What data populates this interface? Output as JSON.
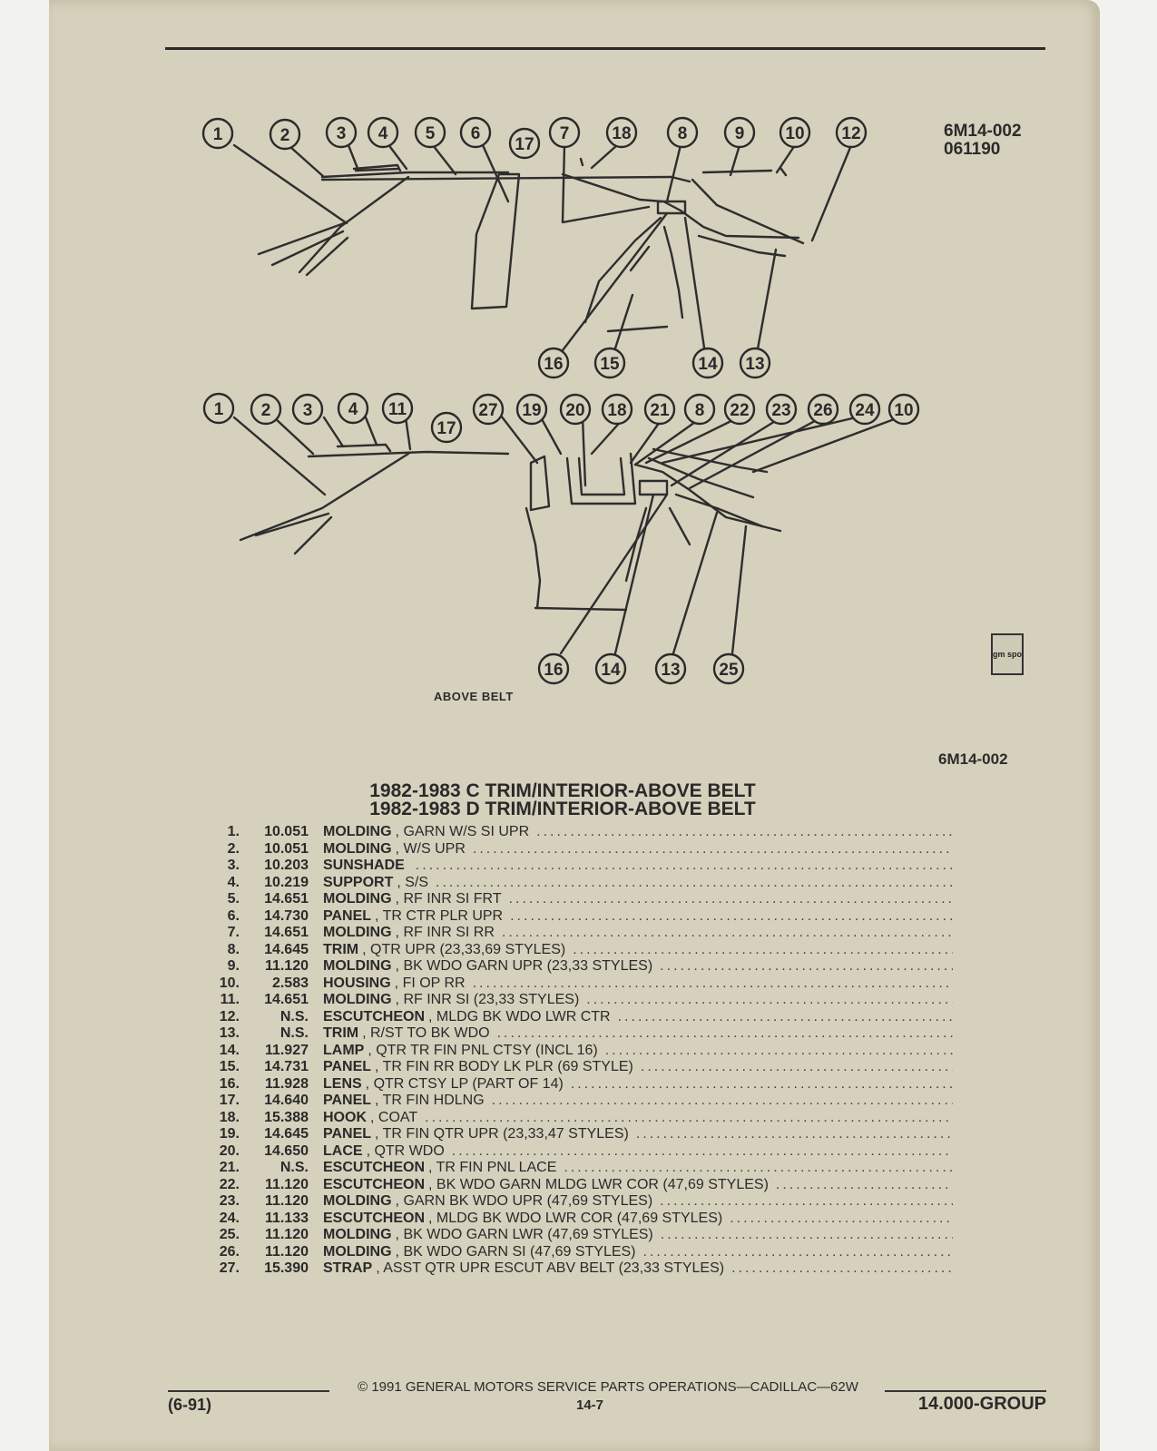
{
  "figure": {
    "code_line1": "6M14-002",
    "code_line2": "061190",
    "code_bottom": "6M14-002",
    "view_label": "ABOVE BELT",
    "stamp": "gm spo",
    "top_callouts": [
      "1",
      "2",
      "3",
      "4",
      "5",
      "6",
      "17",
      "7",
      "18",
      "8",
      "9",
      "10",
      "12"
    ],
    "top_bottom_callouts": [
      "16",
      "15",
      "14",
      "13"
    ],
    "lower_callouts": [
      "1",
      "2",
      "3",
      "4",
      "11",
      "17",
      "27",
      "19",
      "20",
      "18",
      "21",
      "8",
      "22",
      "23",
      "26",
      "24",
      "10"
    ],
    "lower_bottom_callouts": [
      "16",
      "14",
      "13",
      "25"
    ]
  },
  "title": {
    "line1": "1982-1983 C TRIM/INTERIOR-ABOVE BELT",
    "line2": "1982-1983 D TRIM/INTERIOR-ABOVE BELT"
  },
  "parts": [
    {
      "num": "1.",
      "code": "10.051",
      "name": "MOLDING",
      "desc": ", GARN W/S SI UPR"
    },
    {
      "num": "2.",
      "code": "10.051",
      "name": "MOLDING",
      "desc": ", W/S UPR"
    },
    {
      "num": "3.",
      "code": "10.203",
      "name": "SUNSHADE",
      "desc": ""
    },
    {
      "num": "4.",
      "code": "10.219",
      "name": "SUPPORT",
      "desc": ", S/S"
    },
    {
      "num": "5.",
      "code": "14.651",
      "name": "MOLDING",
      "desc": ", RF INR SI FRT"
    },
    {
      "num": "6.",
      "code": "14.730",
      "name": "PANEL",
      "desc": ", TR CTR PLR UPR"
    },
    {
      "num": "7.",
      "code": "14.651",
      "name": "MOLDING",
      "desc": ", RF INR SI RR"
    },
    {
      "num": "8.",
      "code": "14.645",
      "name": "TRIM",
      "desc": ", QTR UPR (23,33,69 STYLES)"
    },
    {
      "num": "9.",
      "code": "11.120",
      "name": "MOLDING",
      "desc": ", BK WDO GARN UPR (23,33 STYLES)"
    },
    {
      "num": "10.",
      "code": "2.583",
      "name": "HOUSING",
      "desc": ", FI OP RR"
    },
    {
      "num": "11.",
      "code": "14.651",
      "name": "MOLDING",
      "desc": ", RF INR SI (23,33 STYLES)"
    },
    {
      "num": "12.",
      "code": "N.S.",
      "name": "ESCUTCHEON",
      "desc": ", MLDG BK WDO LWR CTR"
    },
    {
      "num": "13.",
      "code": "N.S.",
      "name": "TRIM",
      "desc": ", R/ST TO BK WDO"
    },
    {
      "num": "14.",
      "code": "11.927",
      "name": "LAMP",
      "desc": ", QTR TR FIN PNL CTSY (INCL 16)"
    },
    {
      "num": "15.",
      "code": "14.731",
      "name": "PANEL",
      "desc": ", TR FIN RR BODY LK PLR (69 STYLE)"
    },
    {
      "num": "16.",
      "code": "11.928",
      "name": "LENS",
      "desc": ", QTR CTSY LP (PART OF 14)"
    },
    {
      "num": "17.",
      "code": "14.640",
      "name": "PANEL",
      "desc": ", TR FIN HDLNG"
    },
    {
      "num": "18.",
      "code": "15.388",
      "name": "HOOK",
      "desc": ", COAT"
    },
    {
      "num": "19.",
      "code": "14.645",
      "name": "PANEL",
      "desc": ", TR FIN QTR UPR (23,33,47 STYLES)"
    },
    {
      "num": "20.",
      "code": "14.650",
      "name": "LACE",
      "desc": ", QTR WDO"
    },
    {
      "num": "21.",
      "code": "N.S.",
      "name": "ESCUTCHEON",
      "desc": ", TR FIN PNL LACE"
    },
    {
      "num": "22.",
      "code": "11.120",
      "name": "ESCUTCHEON",
      "desc": ", BK WDO GARN MLDG LWR COR (47,69 STYLES)"
    },
    {
      "num": "23.",
      "code": "11.120",
      "name": "MOLDING",
      "desc": ", GARN BK WDO UPR (47,69 STYLES)"
    },
    {
      "num": "24.",
      "code": "11.133",
      "name": "ESCUTCHEON",
      "desc": ", MLDG BK WDO LWR COR (47,69 STYLES)"
    },
    {
      "num": "25.",
      "code": "11.120",
      "name": "MOLDING",
      "desc": ", BK WDO GARN LWR (47,69 STYLES)"
    },
    {
      "num": "26.",
      "code": "11.120",
      "name": "MOLDING",
      "desc": ", BK WDO GARN SI (47,69 STYLES)"
    },
    {
      "num": "27.",
      "code": "15.390",
      "name": "STRAP",
      "desc": ", ASST QTR UPR ESCUT ABV BELT (23,33 STYLES)"
    }
  ],
  "footer": {
    "copyright": "© 1991 GENERAL MOTORS SERVICE PARTS OPERATIONS—CADILLAC—62W",
    "date": "(6-91)",
    "page": "14-7",
    "group": "14.000-GROUP"
  },
  "colors": {
    "paper": "#d6d1bd",
    "ink": "#2a2a2a"
  }
}
